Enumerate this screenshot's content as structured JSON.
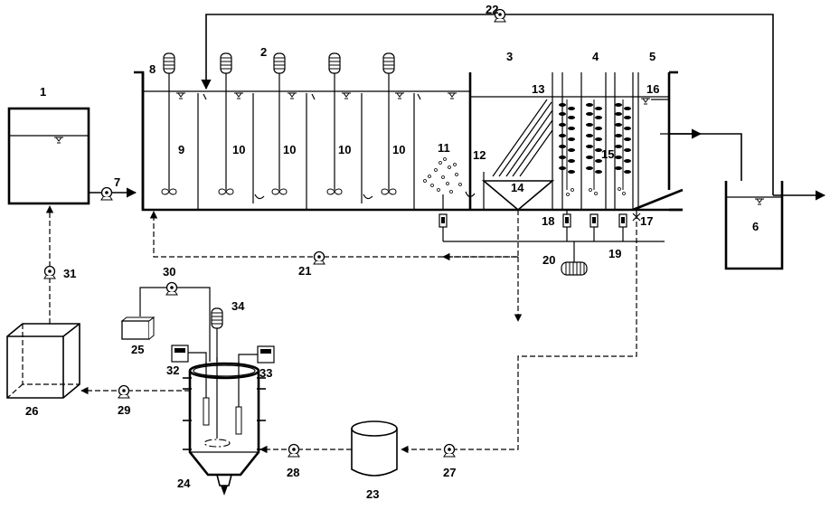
{
  "labels": {
    "n1": "1",
    "n2": "2",
    "n3": "3",
    "n4": "4",
    "n5": "5",
    "n6": "6",
    "n7": "7",
    "n8": "8",
    "n9": "9",
    "n10a": "10",
    "n10b": "10",
    "n10c": "10",
    "n10d": "10",
    "n11": "11",
    "n12": "12",
    "n13": "13",
    "n14": "14",
    "n15": "15",
    "n16": "16",
    "n17": "17",
    "n18": "18",
    "n19": "19",
    "n20": "20",
    "n21": "21",
    "n22": "22",
    "n23": "23",
    "n24": "24",
    "n25": "25",
    "n26": "26",
    "n27": "27",
    "n28": "28",
    "n29": "29",
    "n30": "30",
    "n31": "31",
    "n32": "32",
    "n33": "33",
    "n34": "34"
  },
  "icons": {
    "pump": "pump-icon",
    "stirrer": "stirrer-motor-icon",
    "water_level": "water-level-icon",
    "aerator": "aerator-icon",
    "blower": "blower-icon",
    "meter": "meter-icon"
  }
}
